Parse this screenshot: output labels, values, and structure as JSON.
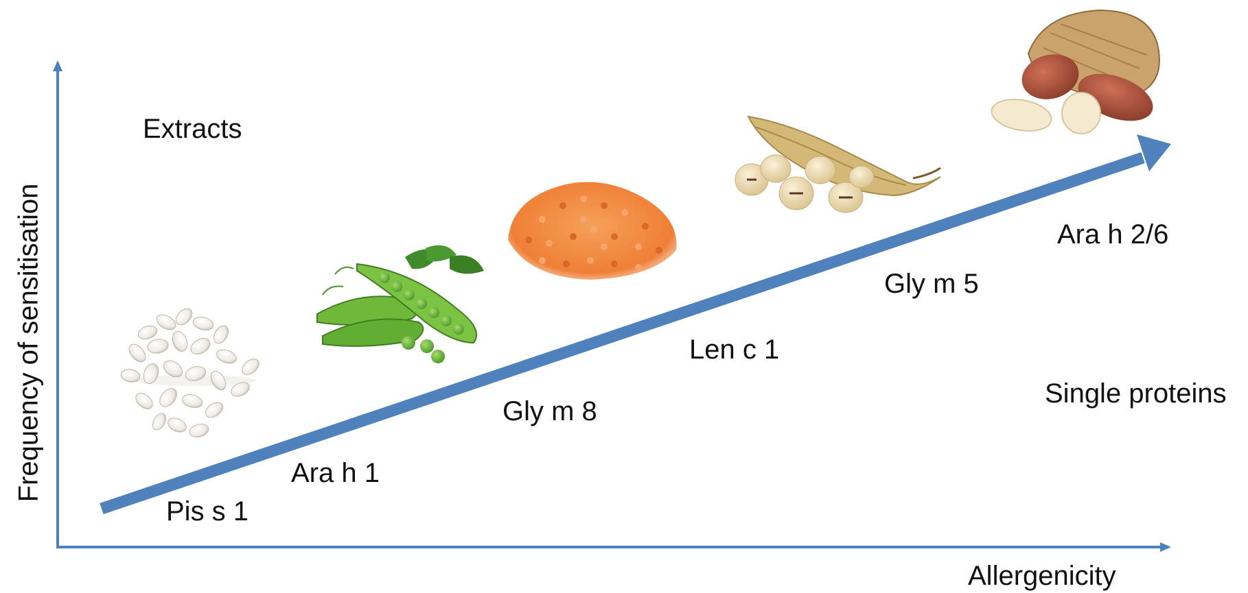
{
  "diagram": {
    "y_axis_label": "Frequency of sensitisation",
    "x_axis_label": "Allergenicity",
    "top_left_label": "Extracts",
    "bottom_right_label": "Single proteins",
    "accent_color": "#4f81bd",
    "proteins": [
      "Pis s 1",
      "Ara h 1",
      "Gly m 8",
      "Len c 1",
      "Gly m 5",
      "Ara h 2/6"
    ],
    "food_images": [
      "white-beans-icon",
      "pea-pods-icon",
      "red-lentils-icon",
      "soybean-pod-icon",
      "peanuts-icon"
    ]
  }
}
